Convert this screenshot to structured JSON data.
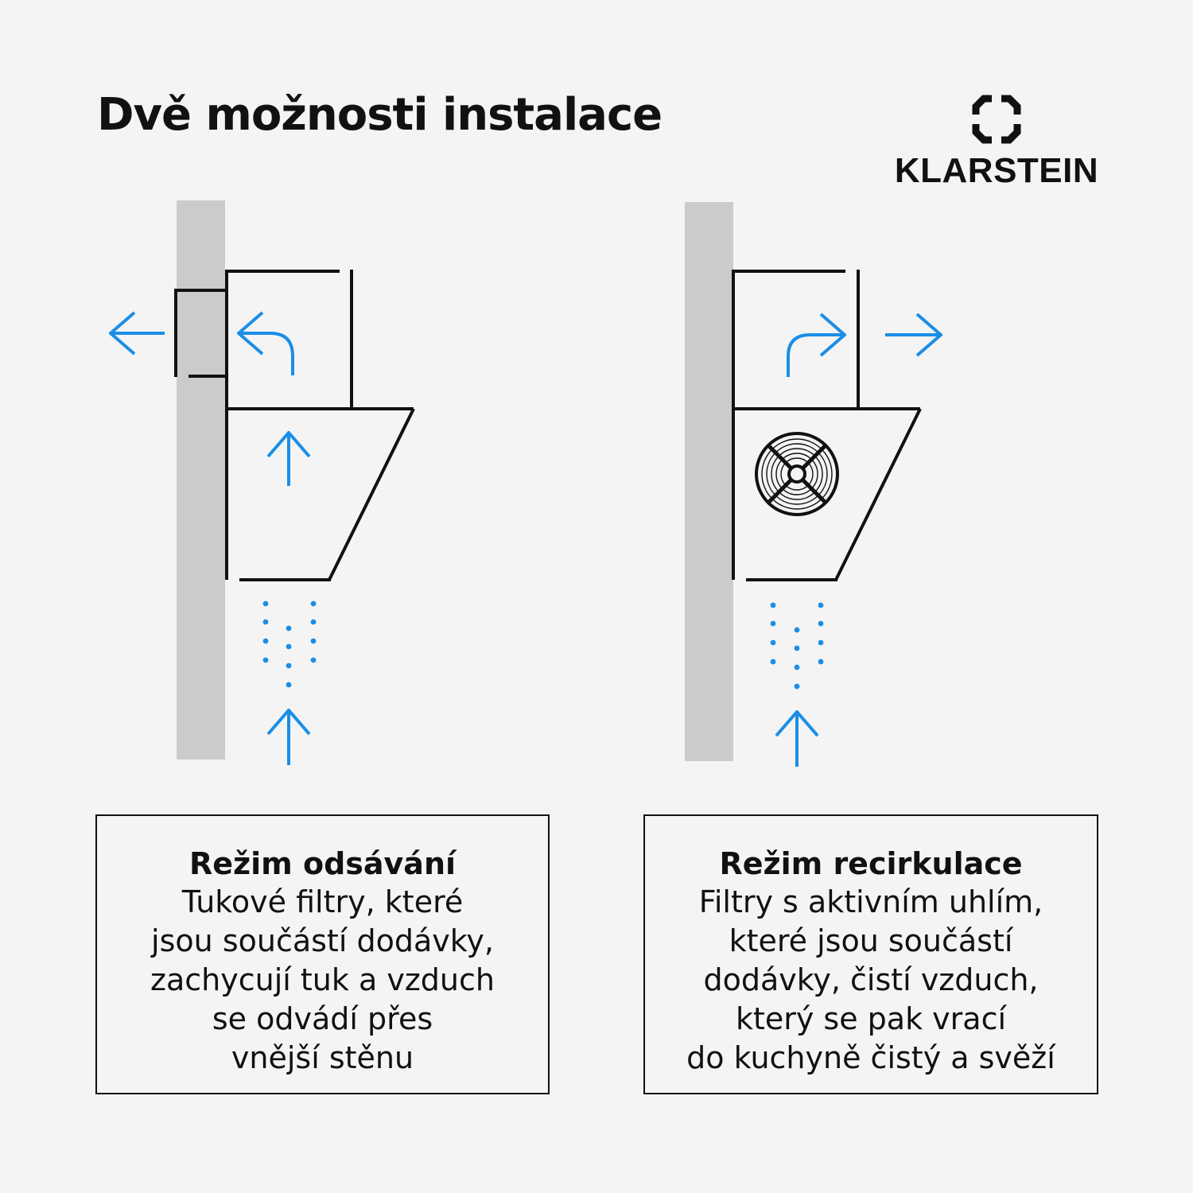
{
  "header": {
    "title": "Dvě možnosti instalace"
  },
  "brand": {
    "name": "KLARSTEIN",
    "mark_icon": "klarstein-logo-icon"
  },
  "colors": {
    "background": "#f4f4f4",
    "wall": "#cbcbcb",
    "outline": "#111111",
    "airflow": "#1a8ee6"
  },
  "modes": [
    {
      "title": "Režim odsávání",
      "lines": [
        "Tukové filtry, které",
        "jsou součástí dodávky,",
        "zachycují tuk a vzduch",
        "se odvádí přes",
        "vnější stěnu"
      ]
    },
    {
      "title": "Režim recirkulace",
      "lines": [
        "Filtry s aktivním uhlím,",
        "které jsou součástí",
        "dodávky, čistí vzduch,",
        "který se pak vrací",
        "do kuchyně čistý a svěží"
      ]
    }
  ]
}
